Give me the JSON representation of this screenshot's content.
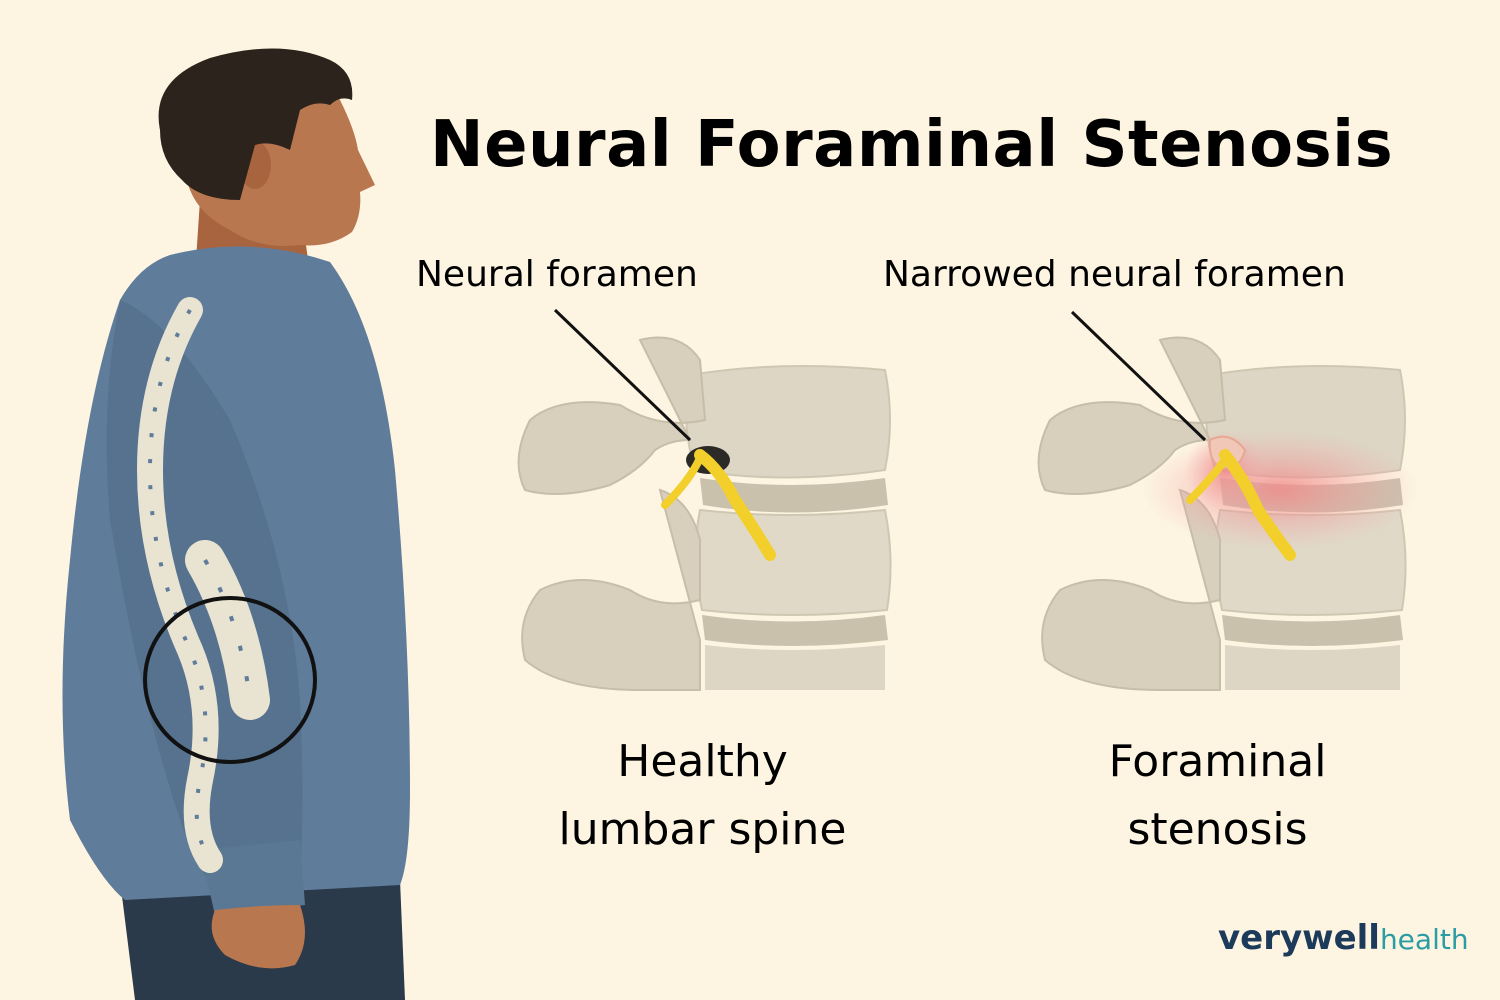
{
  "title": "Neural Foraminal Stenosis",
  "labels": {
    "healthy_pointer": "Neural foramen",
    "stenosis_pointer": "Narrowed neural foramen"
  },
  "captions": {
    "healthy": [
      "Healthy",
      "lumbar spine"
    ],
    "stenosis": [
      "Foraminal",
      "stenosis"
    ]
  },
  "brand": {
    "part1": "verywell",
    "part2": "health"
  },
  "colors": {
    "background": "#fdf5e2",
    "shirt": "#5f7d9b",
    "skin": "#b9774f",
    "hair": "#2d231d",
    "bone": "#ddd6c4",
    "nerve": "#f2cf2a",
    "inflammation": "#f3a8a8",
    "brand_dark": "#1c3a5a",
    "brand_teal": "#2a9da4"
  }
}
